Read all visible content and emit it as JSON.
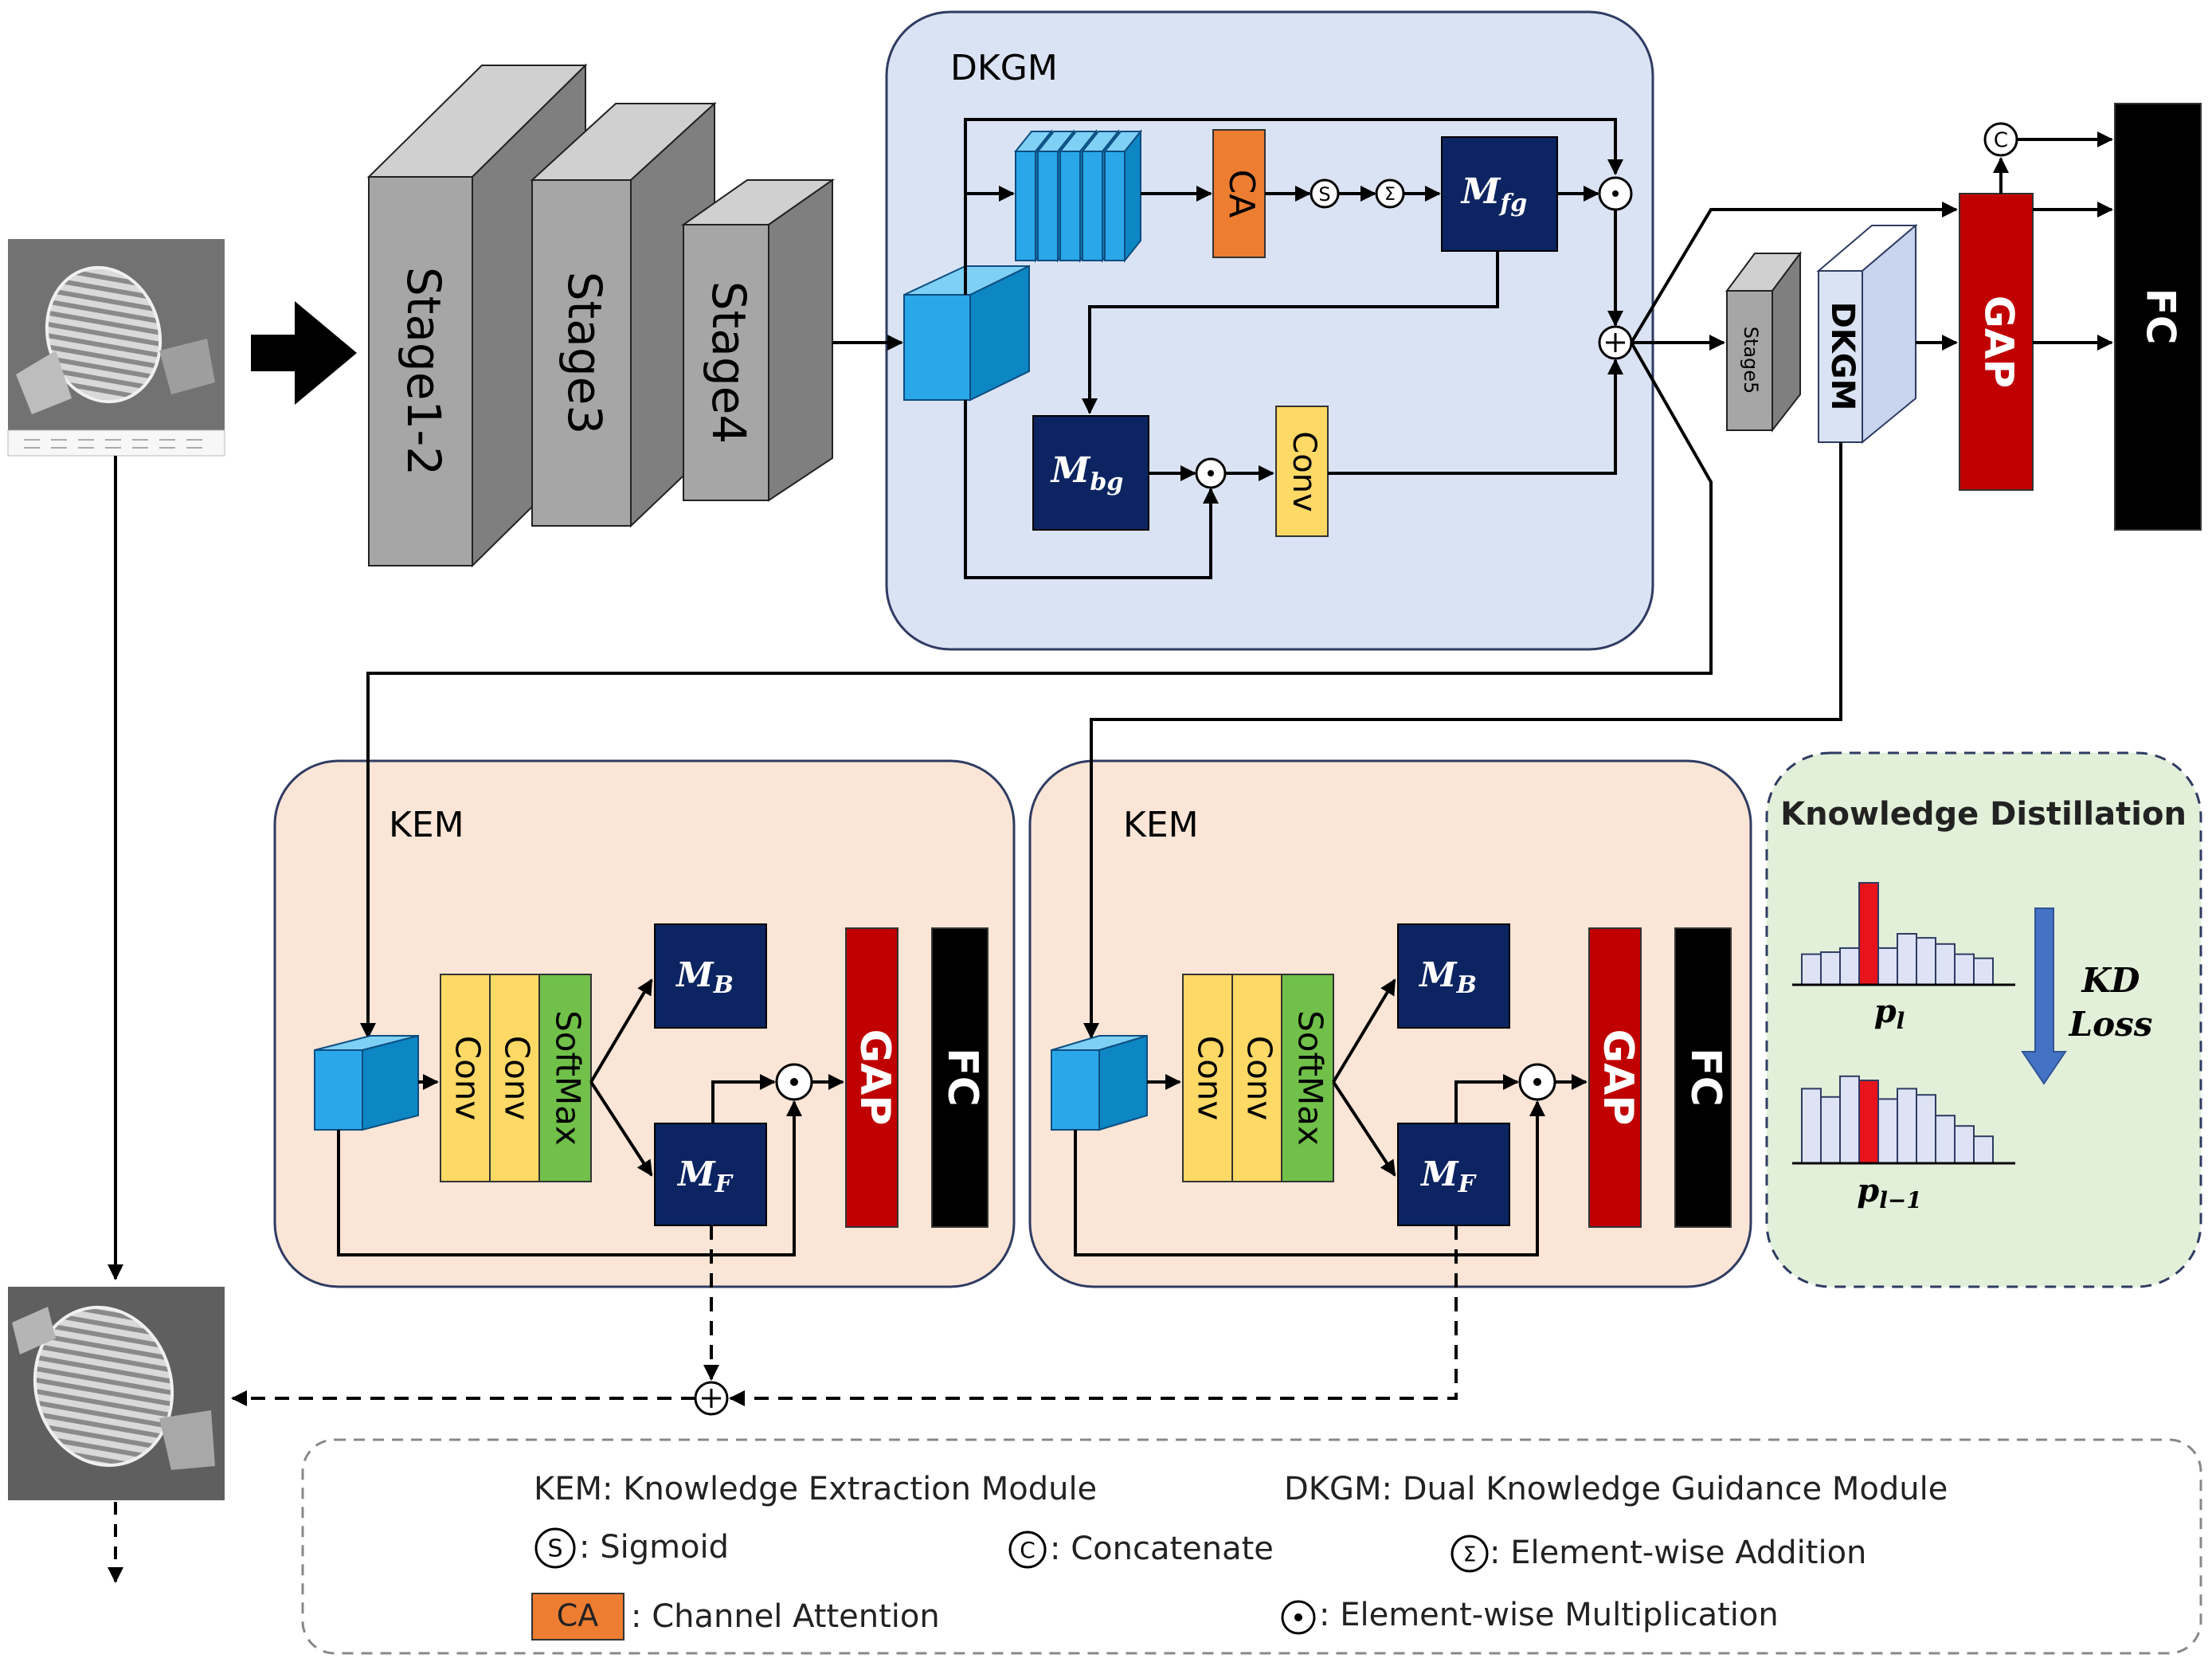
{
  "dkgm": {
    "title": "DKGM",
    "ca": "CA",
    "m_fg": "M",
    "m_fg_sub": "fg",
    "m_bg": "M",
    "m_bg_sub": "bg",
    "conv": "Conv",
    "sigmoid_symbol": "S",
    "sum_symbol": "Σ"
  },
  "backbone": {
    "stage12": "Stage1-2",
    "stage3": "Stage3",
    "stage4": "Stage4",
    "stage5": "Stage5",
    "dkgm_small": "DKGM"
  },
  "head": {
    "concat_symbol": "C",
    "gap": "GAP",
    "fc": "FC"
  },
  "kem_left": {
    "title": "KEM",
    "conv1": "Conv",
    "conv2": "Conv",
    "softmax": "SoftMax",
    "m_b": "M",
    "m_b_sub": "B",
    "m_f": "M",
    "m_f_sub": "F",
    "gap": "GAP",
    "fc": "FC"
  },
  "kem_right": {
    "title": "KEM",
    "conv1": "Conv",
    "conv2": "Conv",
    "softmax": "SoftMax",
    "m_b": "M",
    "m_b_sub": "B",
    "m_f": "M",
    "m_f_sub": "F",
    "gap": "GAP",
    "fc": "FC"
  },
  "kd": {
    "title_a": "Knowledge",
    "title_b": "Distillation",
    "p_top": "p",
    "p_top_sub": "l",
    "p_bottom": "p",
    "p_bottom_sub": "l−1",
    "loss_a": "KD",
    "loss_b": "Loss",
    "hist_top": [
      0.3,
      0.32,
      0.36,
      1.0,
      0.36,
      0.5,
      0.46,
      0.4,
      0.3,
      0.26
    ],
    "hist_bottom": [
      0.72,
      0.64,
      0.84,
      0.8,
      0.62,
      0.72,
      0.66,
      0.46,
      0.36,
      0.26
    ],
    "highlight_index": 3,
    "bar_color": "#dde3f5",
    "highlight_color": "#e8141b"
  },
  "legend": {
    "kem": "KEM: Knowledge Extraction Module",
    "dkgm": "DKGM: Dual Knowledge Guidance Module",
    "sigmoid": ": Sigmoid",
    "concat": ": Concatenate",
    "add": ": Element-wise Addition",
    "ca_box": "CA",
    "ca": ": Channel Attention",
    "mult": ": Element-wise Multiplication"
  },
  "colors": {
    "dkgm_bg": "#dae3f3",
    "kem_bg": "#fbe5d6",
    "kd_bg": "#e2f0d9",
    "navy": "#0c2461",
    "gap_red": "#c00000",
    "fc_black": "#000000",
    "conv_yellow": "#ffd966",
    "softmax_green": "#70c04a",
    "ca_orange": "#ed7d31",
    "cube_blue": "#2aa7e8",
    "stage_gray": "#a6a6a6"
  }
}
